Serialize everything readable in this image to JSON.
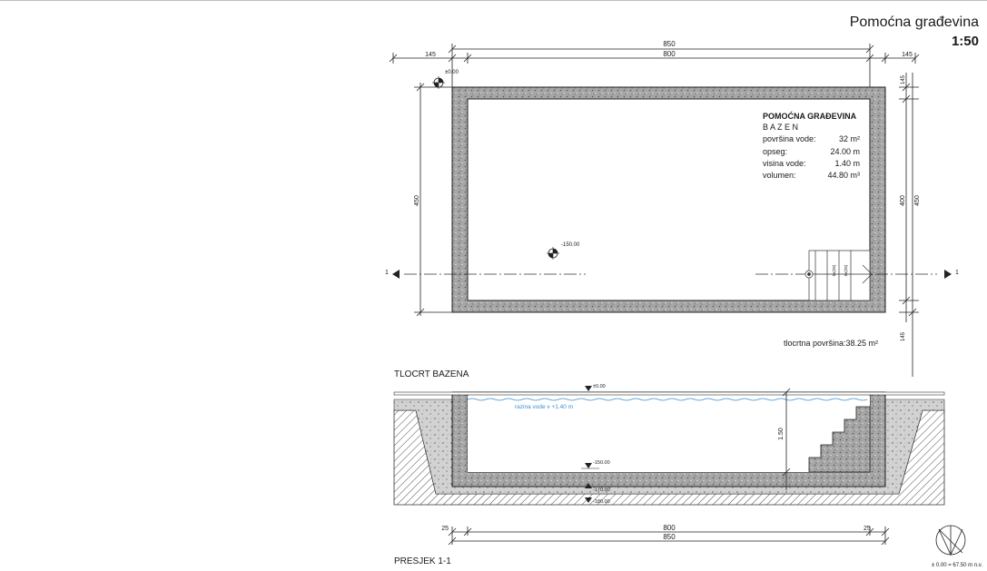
{
  "sheet": {
    "title": "Pomoćna građevina",
    "scale": "1:50"
  },
  "plan": {
    "title": "TLOCRT BAZENA",
    "dims_top": {
      "outer": "850",
      "inner": "800",
      "left": "145",
      "right": "145"
    },
    "dims_side": {
      "left": "450",
      "right_outer": "400",
      "right_inner": "450",
      "right_top": "145",
      "right_bottom": "145"
    },
    "levels": {
      "top": "±0.00",
      "bottom": "-150.00"
    },
    "section_mark": "1",
    "info": {
      "heading": "POMOĆNA GRAĐEVINA",
      "subheading": "B A Z E N",
      "rows": [
        {
          "label": "površina vode:",
          "value": "32 m²"
        },
        {
          "label": "opseg:",
          "value": "24.00 m"
        },
        {
          "label": "visina vode:",
          "value": "1.40 m"
        },
        {
          "label": "volumen:",
          "value": "44.80 m³"
        }
      ]
    },
    "stair_labels": [
      "5x(26)",
      "5x(26)"
    ],
    "floor_area": "tlocrtna površina:38.25 m²"
  },
  "section": {
    "title": "PRESJEK 1-1",
    "water_label": "razina vode v +1.40 m",
    "levels": {
      "top": "±0.00",
      "floor": "-150.00",
      "sub1": "-170.00",
      "sub2": "-180.00"
    },
    "height_dim": "1.50",
    "dims_bottom": {
      "outer": "850",
      "inner": "800",
      "left": "25",
      "right": "25"
    }
  },
  "north": {
    "elevation_note": "± 0.00 = 67.50 m n.v."
  }
}
